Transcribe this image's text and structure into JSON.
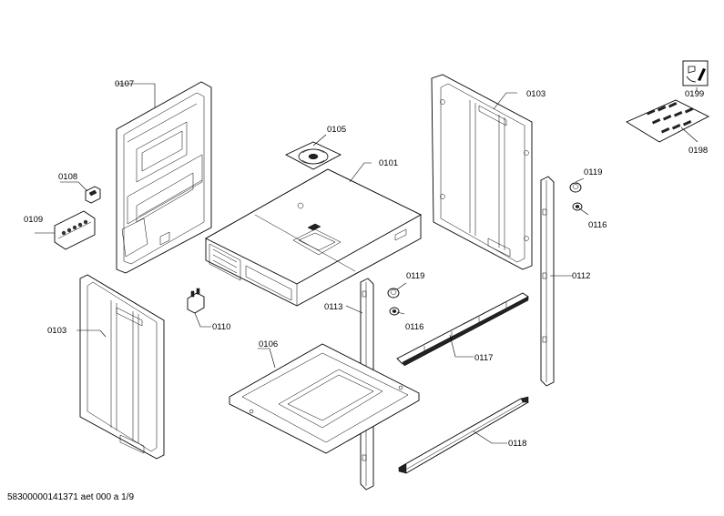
{
  "diagram": {
    "part_labels": {
      "p0107": "0107",
      "p0108": "0108",
      "p0109": "0109",
      "p0105": "0105",
      "p0101": "0101",
      "p0103_top": "0103",
      "p0199": "0199",
      "p0198": "0198",
      "p0119_right": "0119",
      "p0116_right": "0116",
      "p0112": "0112",
      "p0103_left": "0103",
      "p0110": "0110",
      "p0119_mid": "0119",
      "p0116_mid": "0116",
      "p0113": "0113",
      "p0106": "0106",
      "p0117": "0117",
      "p0118": "0118"
    },
    "footer": "58300000141371 aet 000 a 1/9"
  }
}
